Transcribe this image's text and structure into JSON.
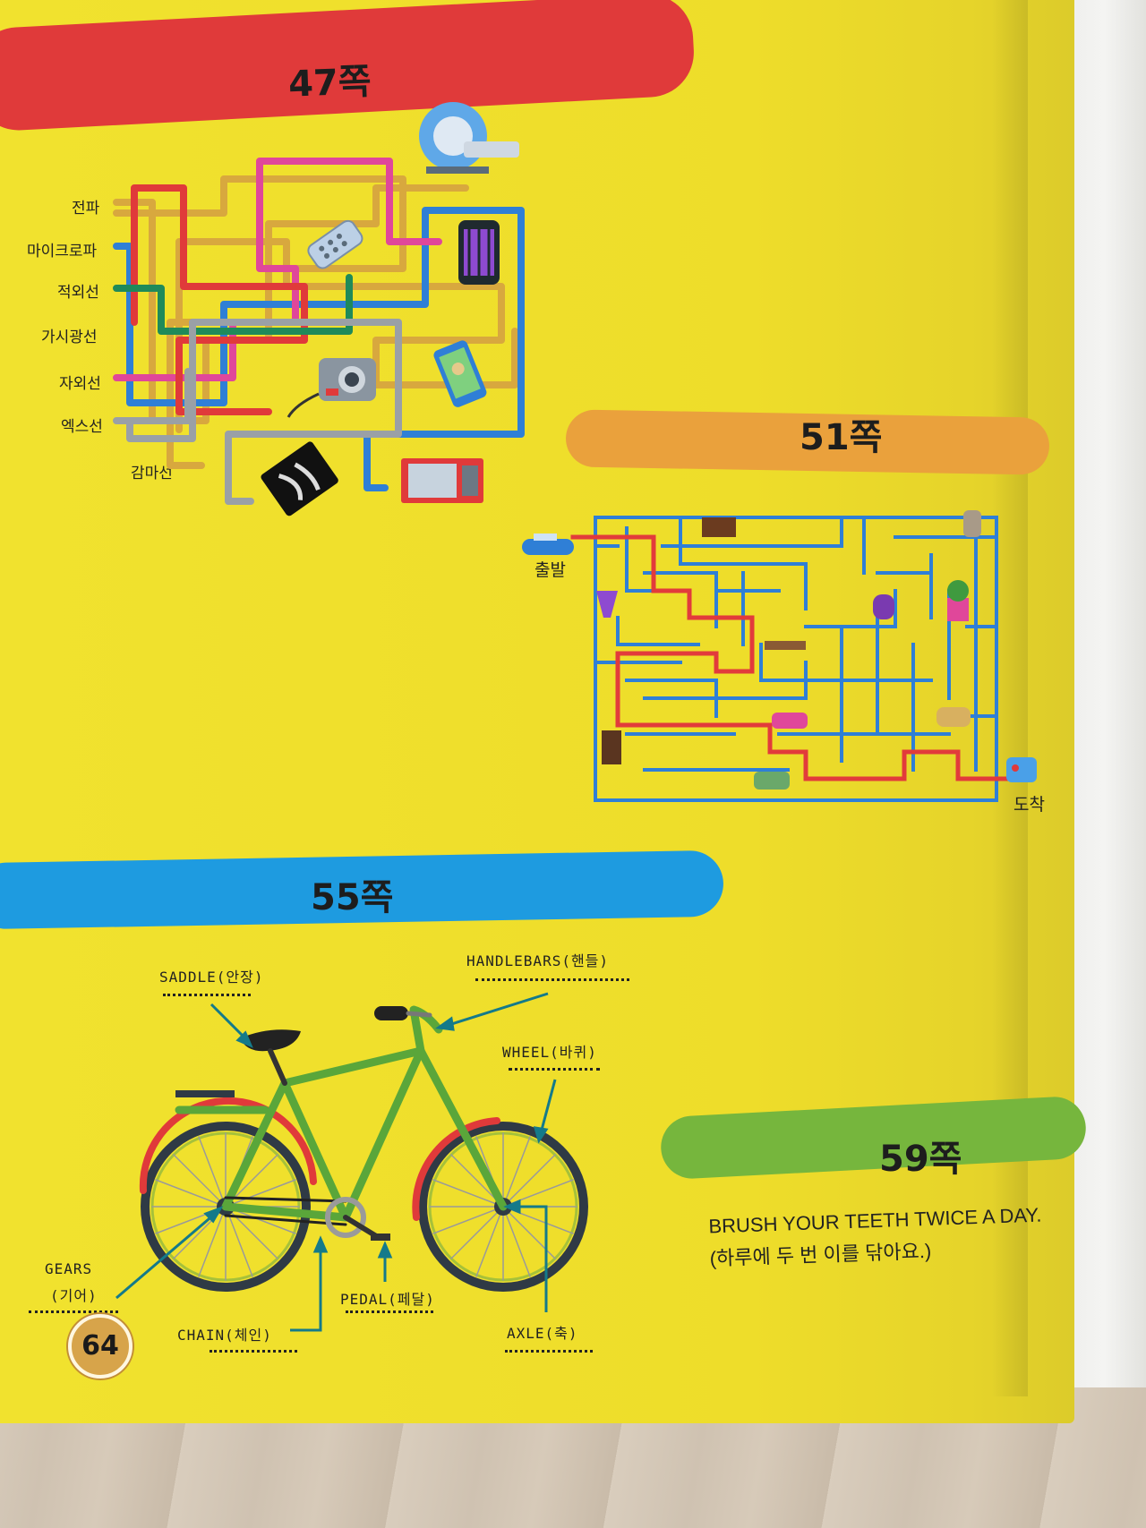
{
  "sections": {
    "s47": {
      "title": "47쪽",
      "color": "#e03a3a"
    },
    "s51": {
      "title": "51쪽",
      "color": "#eaa13c"
    },
    "s55": {
      "title": "55쪽",
      "color": "#1e9be0"
    },
    "s59": {
      "title": "59쪽",
      "color": "#76b63d"
    }
  },
  "wave_labels": [
    "전파",
    "마이크로파",
    "적외선",
    "가시광선",
    "자외선",
    "엑스선",
    "감마선"
  ],
  "maze": {
    "start_label": "출발",
    "end_label": "도착"
  },
  "bicycle_labels": {
    "saddle": "SADDLE(안장)",
    "handlebars": "HANDLEBARS(핸들)",
    "wheel": "WHEEL(바퀴)",
    "gears_line1": "GEARS",
    "gears_line2": "(기어)",
    "chain": "CHAIN(체인)",
    "pedal": "PEDAL(페달)",
    "axle": "AXLE(축)"
  },
  "answer_59": {
    "line1": "BRUSH YOUR TEETH TWICE A DAY.",
    "line2": "(하루에 두 번 이를 닦아요.)"
  },
  "page_number": "64",
  "colors": {
    "page": "#f1e22e",
    "maze_wall": "#2f7fd6",
    "maze_path": "#e23b3b"
  }
}
